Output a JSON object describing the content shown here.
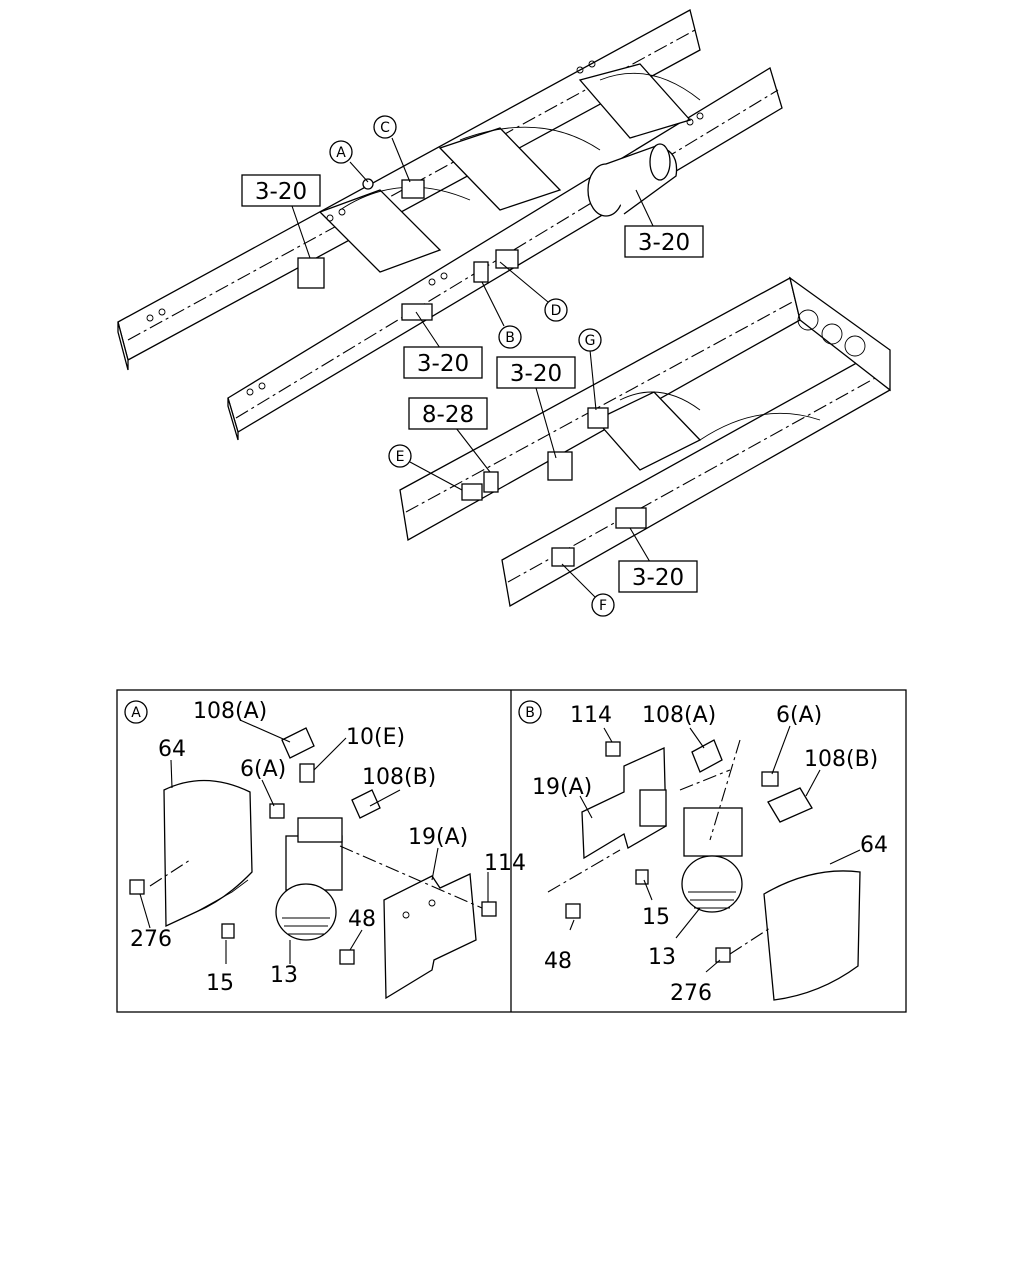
{
  "callouts": {
    "a": "A",
    "b": "B",
    "c": "C",
    "d": "D",
    "e": "E",
    "f": "F",
    "g": "G"
  },
  "refs": {
    "r1": "3-20",
    "r2": "3-20",
    "r3": "3-20",
    "r4": "3-20",
    "r5": "8-28",
    "r6": "3-20"
  },
  "detail_a": {
    "label": "A",
    "parts": {
      "p108a": "108(A)",
      "p10e": "10(E)",
      "p64": "64",
      "p6a": "6(A)",
      "p108b": "108(B)",
      "p19a": "19(A)",
      "p114": "114",
      "p276": "276",
      "p48": "48",
      "p15": "15",
      "p13": "13"
    }
  },
  "detail_b": {
    "label": "B",
    "parts": {
      "p114": "114",
      "p108a": "108(A)",
      "p6a": "6(A)",
      "p108b": "108(B)",
      "p19a": "19(A)",
      "p64": "64",
      "p15": "15",
      "p48": "48",
      "p13": "13",
      "p276": "276"
    }
  }
}
